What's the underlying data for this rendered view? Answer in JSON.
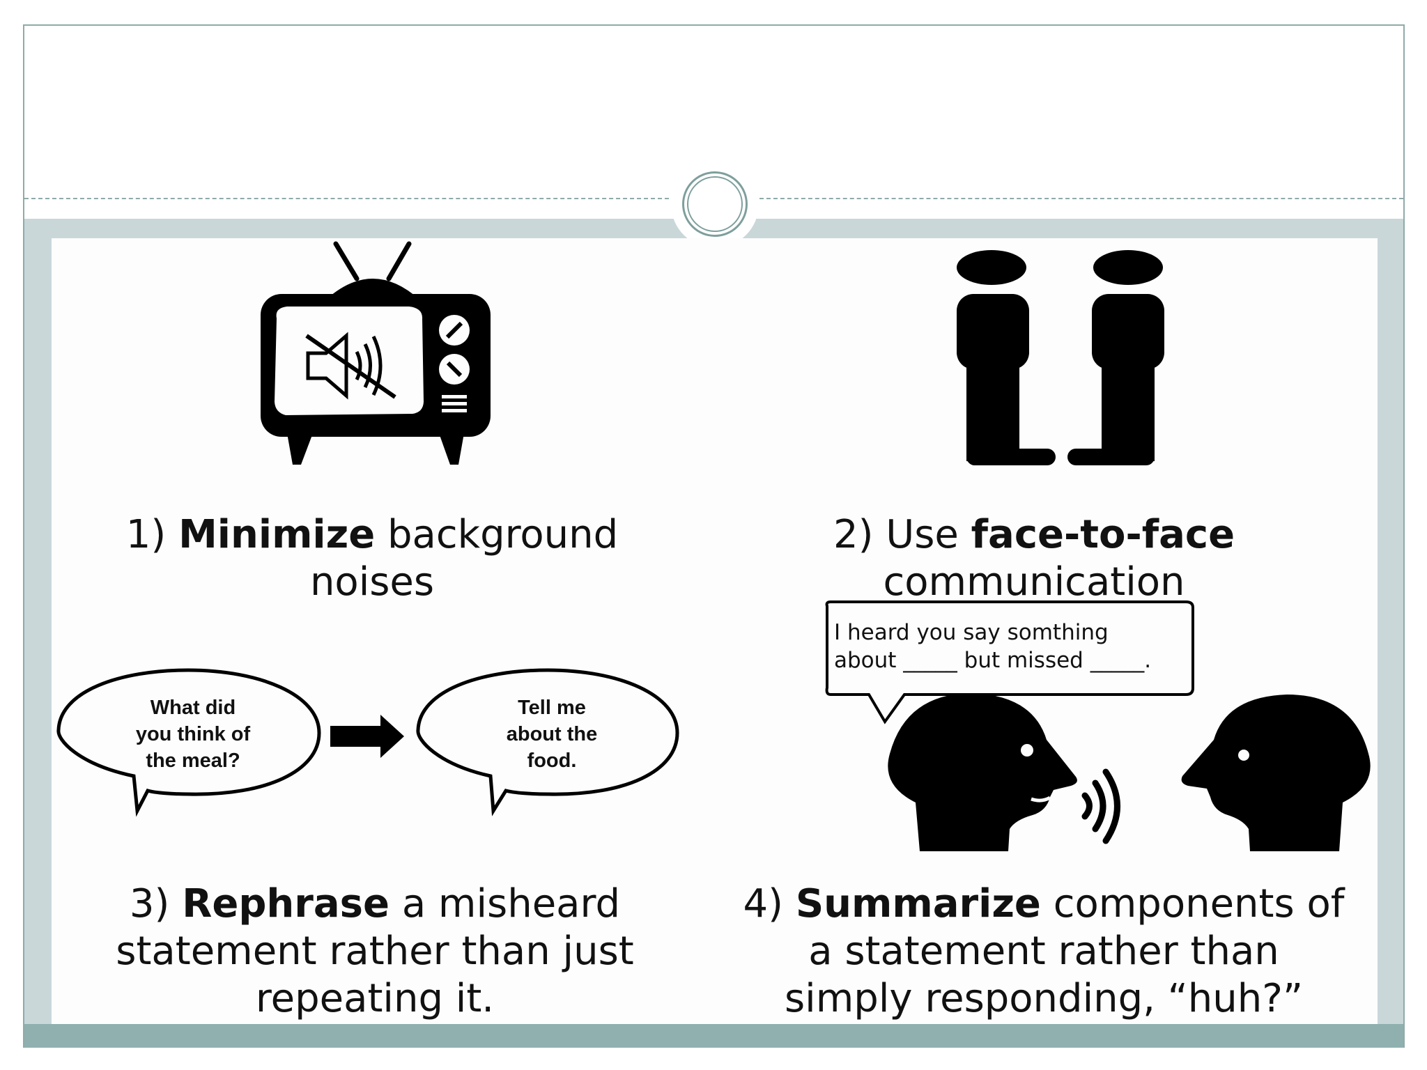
{
  "slide": {
    "tips": [
      {
        "number": "1)",
        "bold": "Minimize",
        "rest_line1": "background",
        "line2": "noises",
        "icon": "muted-tv-icon"
      },
      {
        "number": "2)",
        "prefix": "Use",
        "bold": "face-to-face",
        "line2": "communication",
        "icon": "two-people-facing-icon"
      },
      {
        "number": "3)",
        "bold": "Rephrase",
        "rest_line1": "a misheard",
        "line2": "statement rather than just",
        "line3": "repeating it.",
        "bubble_left": "What did\nyou think of\nthe meal?",
        "bubble_right": "Tell me\nabout the\nfood.",
        "icon": "arrow-right-icon"
      },
      {
        "number": "4)",
        "bold": "Summarize",
        "rest_line1": "components of",
        "line2": "a statement rather than",
        "line3": "simply responding,  “huh?”",
        "speech_box": "I heard you say somthing\nabout _____ but missed _____.",
        "icon": "talking-heads-icon"
      }
    ]
  },
  "colors": {
    "frame_border": "#8faaa8",
    "body_band": "#c9d7d9",
    "footer_band": "#8fb0ae",
    "ornament": "#7e9f9c",
    "panel": "#fdfdfe"
  }
}
